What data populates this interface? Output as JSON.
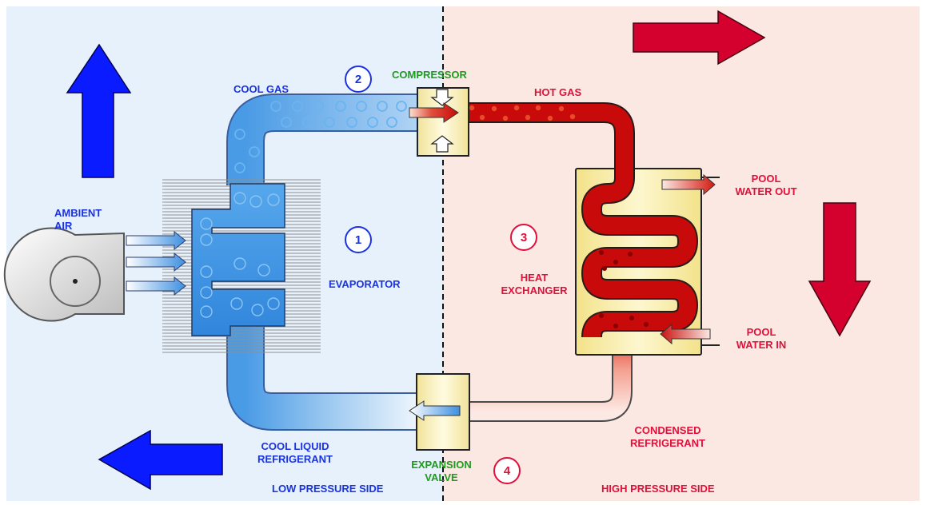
{
  "labels": {
    "cool_gas": "COOL GAS",
    "compressor": "COMPRESSOR",
    "hot_gas": "HOT GAS",
    "ambient_air": "AMBIENT\nAIR",
    "evaporator": "EVAPORATOR",
    "heat_exchanger": "HEAT\nEXCHANGER",
    "pool_water_out": "POOL\nWATER OUT",
    "pool_water_in": "POOL\nWATER IN",
    "condensed_refrigerant": "CONDENSED\nREFRIGERANT",
    "cool_liquid_refrigerant": "COOL LIQUID\nREFRIGERANT",
    "expansion_valve": "EXPANSION\nVALVE",
    "low_pressure_side": "LOW PRESSURE SIDE",
    "high_pressure_side": "HIGH PRESSURE SIDE"
  },
  "steps": [
    "1",
    "2",
    "3",
    "4"
  ],
  "colors": {
    "low_side_bg": "#e6f1fb",
    "high_side_bg": "#fbe8e3",
    "cold_pipe": "#4a9be6",
    "hot_pipe": "#cc0e10",
    "blue_arrow": "#0a1bff",
    "red_arrow": "#d4002e",
    "label_blue": "#1a33e0",
    "label_red": "#e0103a",
    "label_green": "#1e9a1e"
  }
}
